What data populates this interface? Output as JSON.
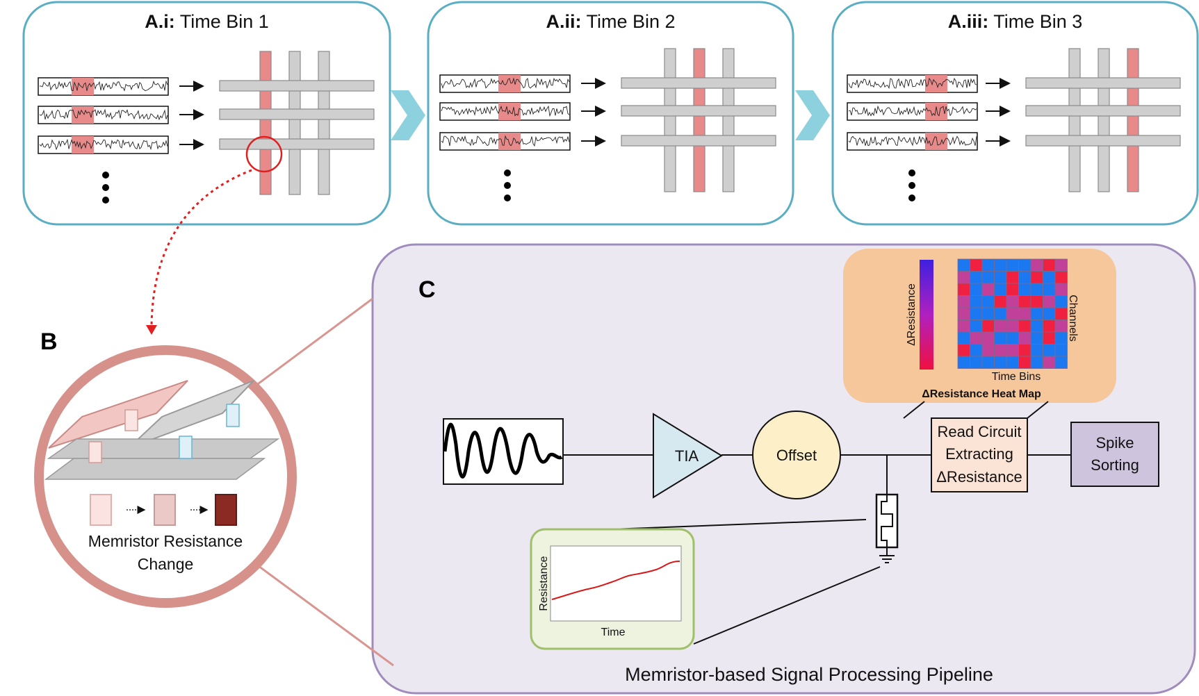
{
  "panel_a": [
    {
      "prefix": "A.i:",
      "title": "Time Bin 1",
      "highlight_column": 0
    },
    {
      "prefix": "A.ii:",
      "title": "Time Bin 2",
      "highlight_column": 1
    },
    {
      "prefix": "A.iii:",
      "title": "Time Bin 3",
      "highlight_column": 2
    }
  ],
  "panel_b": {
    "label": "B",
    "caption_line1": "Memristor Resistance",
    "caption_line2": "Change"
  },
  "panel_c": {
    "label": "C",
    "caption": "Memristor-based Signal Processing Pipeline",
    "tia": "TIA",
    "offset": "Offset",
    "read_circuit": [
      "Read Circuit",
      "Extracting",
      "ΔResistance"
    ],
    "spike_sorting": [
      "Spike",
      "Sorting"
    ],
    "heatmap": {
      "title": "ΔResistance Heat Map",
      "colorbar_label": "ΔResistance",
      "xlabel": "Time Bins",
      "ylabel": "Channels"
    },
    "resistance_plot": {
      "xlabel": "Time",
      "ylabel": "Resistance"
    }
  },
  "colors": {
    "panel_a_border": "#5aaec4",
    "panel_c_border": "#a08cbc",
    "panel_c_fill": "#ece8f1",
    "highlight": "#e98a8a",
    "bar": "#cfcfcf",
    "heat_red": "#f02040",
    "heat_blue": "#1c78f0",
    "heat_magenta": "#c0409a"
  }
}
